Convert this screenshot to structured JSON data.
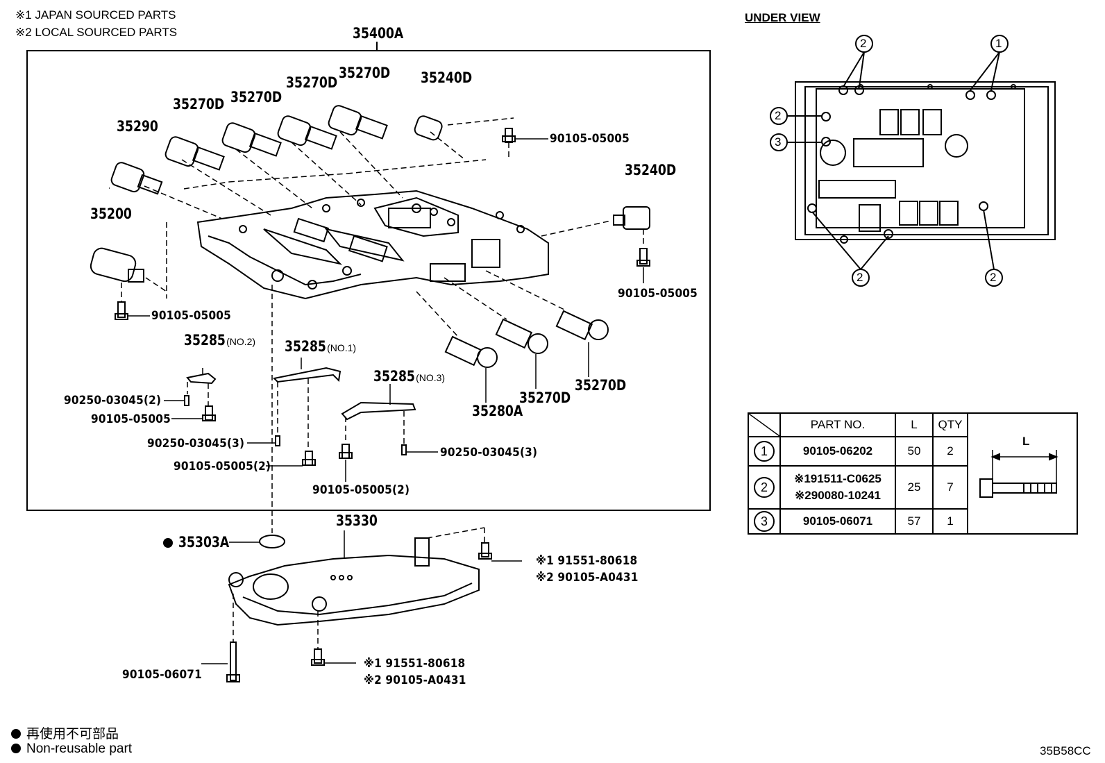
{
  "notes": {
    "note1": "※1 JAPAN SOURCED PARTS",
    "note2": "※2 LOCAL SOURCED PARTS"
  },
  "assembly": {
    "label": "35400A"
  },
  "callouts": {
    "c35270d_a": "35270D",
    "c35270d_b": "35270D",
    "c35270d_c": "35270D",
    "c35270d_d": "35270D",
    "c35240d_top": "35240D",
    "c35290": "35290",
    "c35200": "35200",
    "c35240d_right": "35240D",
    "b90105_top": "90105-05005",
    "b90105_right": "90105-05005",
    "b90105_left": "90105-05005",
    "c35285_no2": "35285",
    "c35285_no2_suffix": "(NO.2)",
    "c35285_no1": "35285",
    "c35285_no1_suffix": "(NO.1)",
    "c35285_no3": "35285",
    "c35285_no3_suffix": "(NO.3)",
    "p90250_a": "90250-03045(2)",
    "b90105_b": "90105-05005",
    "p90250_b": "90250-03045(3)",
    "b90105_c": "90105-05005(2)",
    "b90105_d": "90105-05005(2)",
    "p90250_c": "90250-03045(3)",
    "c35280a": "35280A",
    "c35270d_e": "35270D",
    "c35270d_f": "35270D",
    "c35330": "35330",
    "c35303a": "35303A",
    "bolt_r1": "※1 91551-80618",
    "bolt_r2": "※2 90105-A0431",
    "bolt_b1": "※1 91551-80618",
    "bolt_b2": "※2 90105-A0431",
    "b90105_06071": "90105-06071"
  },
  "under_view": {
    "title": "UNDER VIEW",
    "marks": [
      "1",
      "2",
      "2",
      "3",
      "2",
      "2"
    ]
  },
  "bolt_table": {
    "headers": {
      "part_no": "PART NO.",
      "length": "L",
      "qty": "QTY"
    },
    "rows": [
      {
        "mark": "1",
        "part_no": "90105-06202",
        "part_no_2": "",
        "length": "50",
        "qty": "2"
      },
      {
        "mark": "2",
        "part_no": "※191511-C0625",
        "part_no_2": "※290080-10241",
        "length": "25",
        "qty": "7"
      },
      {
        "mark": "3",
        "part_no": "90105-06071",
        "part_no_2": "",
        "length": "57",
        "qty": "1"
      }
    ],
    "dimension_label": "L"
  },
  "footer": {
    "legend_jp": "再使用不可部品",
    "legend_en": "Non-reusable part",
    "illustration_code": "35B58CC"
  }
}
